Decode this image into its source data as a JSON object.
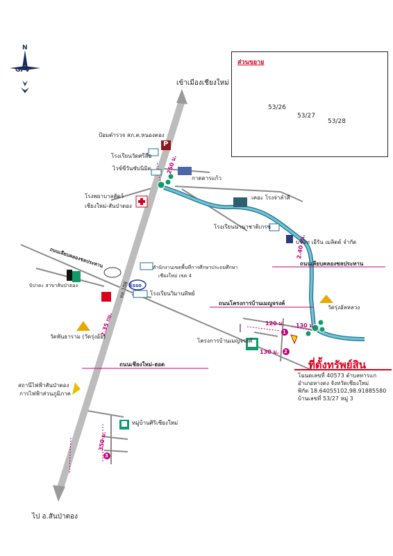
{
  "compass": {
    "north": "N",
    "logo": "GPV"
  },
  "inset": {
    "title": "ส่วนขยาย",
    "road": "ถนนโครงการบ้านเมญจรงค์",
    "plots": [
      "53/26",
      "53/27",
      "53/28"
    ],
    "highlight_color": "#f2e600"
  },
  "destinations": {
    "top": "เข้าเมืองเชียงใหม่",
    "bottom": "ไป อ.สันป่าตอง"
  },
  "roads": {
    "main_highway_number": "ทล.108",
    "chiangmai_hod": "ถนนเชียงใหม่-ฮอด",
    "canal_road_west": "ถนนเลียบคลองชลประทาน",
    "canal_road_east": "ถนนเลียบคลองชลประทาน",
    "project_road": "ถนนโครงการบ้านเมญจรงค์"
  },
  "distances": {
    "d1": "2.35 กม.",
    "d2": "2.40 กม.",
    "d3": "120 ม.",
    "d4": "130 ม.",
    "d5": "130 ม.",
    "d6": "350 ม.",
    "d7": "250 ม."
  },
  "landmarks": {
    "police": "ป้อมตำรวจ สภ.ต.หนองตอง",
    "school1": "โรงเรียนวัดศรีสือ",
    "shop": "ไวซ์ซีวันซับนิมิต",
    "kad": "กาดดารแก้ว",
    "hospital_l1": "โรงพยาบาลสัตว์",
    "hospital_l2": "เชียงใหม่-สันป่าตอง",
    "road_sign": "เคอะ โรงจ่าลำสี",
    "school2": "โรงเรียนนานาชาติเกรซ",
    "company": "บริษัท เอีรัน เมลิตด์ จำกัด",
    "edu_l1": "สำนักงานเขตพื้นที่การศึกษาประถมศึกษา",
    "edu_l2": "เชียงใหม่ เขต 4",
    "beer_l1": "บิปาดะ สาขาสันป่าตอง",
    "school3": "โรงเรียนวิมานทิพย์",
    "temple1": "วัดรุ่งอัลหลวง",
    "temple2": "วัดพันธาราม (วัดรุ่งอ้อ)",
    "project": "โครงการบ้านเมญจรงค์",
    "power_l1": "สถานีไฟฟ้าสันป่าตอง",
    "power_l2": "การไฟฟ้าส่วนภูมิภาค",
    "village": "หมู่บ้านศิริเชียงใหม่",
    "parking_glyph": "P",
    "esso": "Esso"
  },
  "markers": [
    "1",
    "2",
    "3"
  ],
  "asset": {
    "title": "ที่ตั้งทรัพย์สิน",
    "line1": "โฉนดเลขที่ 40573 ตำบลทารแก",
    "line2": "อำเภอหางดง จังหวัดเชียงใหม่",
    "line3": "พิกัด 18.64055102,98.91885580",
    "line4": "บ้านเลขที่ 53/27 หมู่ 3"
  },
  "colors": {
    "highway": "#bcbcbc",
    "road": "#8a8a8a",
    "canal": "#6ec3d6",
    "canal_border": "#1f6e8c",
    "marker": "#c0007a",
    "roundabout": "#12996a",
    "accent_red": "#d8001c",
    "boundary": "#c0007a"
  }
}
